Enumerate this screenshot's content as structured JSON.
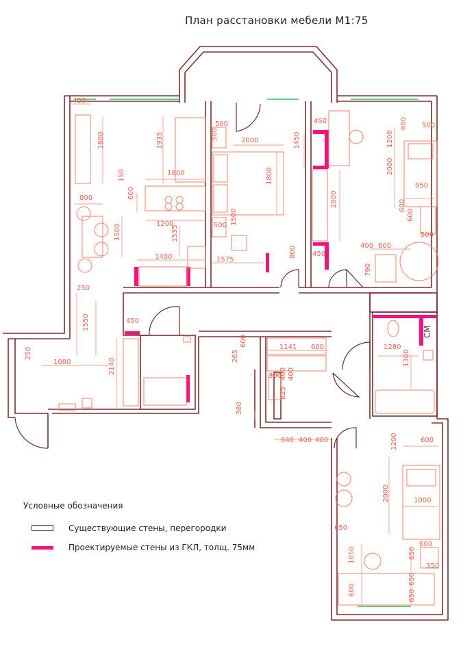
{
  "title": "План  расстановки мебели М1:75",
  "colors": {
    "wall": "#7a3030",
    "furniture": "#f2806a",
    "new_wall": "#f0147e",
    "window": "#2fbf4a",
    "door": "#6b2a2a"
  },
  "dimensions": [
    "400",
    "1800",
    "1935",
    "1800",
    "600",
    "150",
    "800",
    "1200",
    "1500",
    "1535",
    "1400",
    "1575",
    "500",
    "500",
    "2000",
    "1800",
    "500",
    "1500",
    "1450",
    "450",
    "2000",
    "450",
    "800",
    "600",
    "1200",
    "600",
    "500",
    "2000",
    "950",
    "600",
    "500",
    "400",
    "600",
    "790",
    "250",
    "1550",
    "1080",
    "250",
    "2140",
    "450",
    "265",
    "600",
    "1141",
    "600",
    "300",
    "400",
    "625",
    "400",
    "380",
    "640",
    "400",
    "400",
    "1280",
    "1300",
    "600",
    "1200",
    "2000",
    "1000",
    "600",
    "650",
    "1050",
    "650",
    "350",
    "600",
    "650",
    "650"
  ],
  "room_labels": {
    "washer": "СМ"
  },
  "legend": {
    "title": "Условные обозначения",
    "items": [
      {
        "label": "Существующие  стены, перегородки",
        "type": "existing"
      },
      {
        "label": "Проектируемые стены из ГКЛ, толщ. 75мм",
        "type": "new"
      }
    ]
  }
}
